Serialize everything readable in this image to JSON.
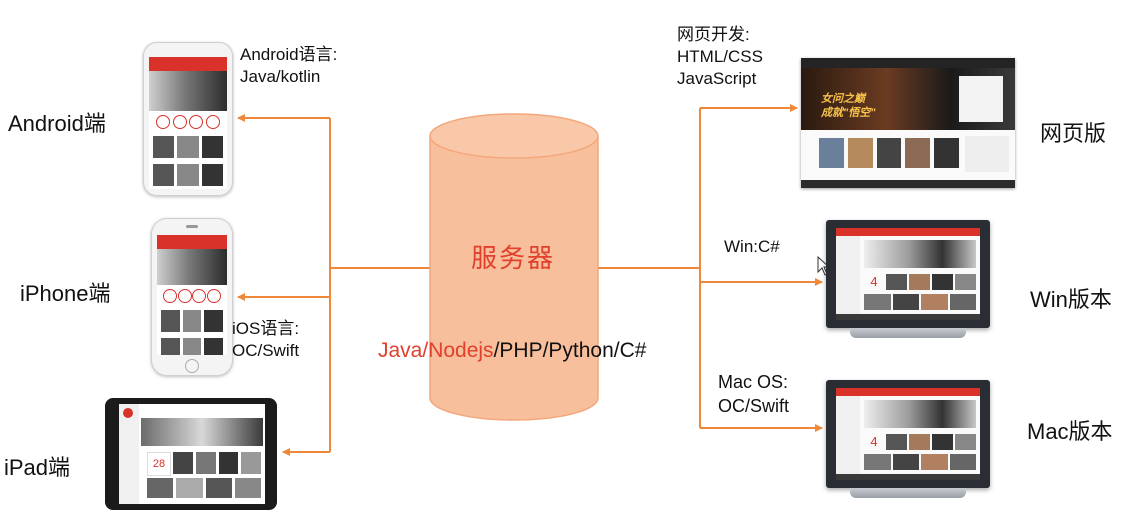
{
  "server": {
    "label": "服务器",
    "langs_red": "Java/Nodejs",
    "langs_rest": "/PHP/Python/C#",
    "fill_color": "#f8bf9c",
    "text_color": "#e0402c"
  },
  "clients_left": {
    "android": {
      "label": "Android端",
      "note_line1": "Android语言:",
      "note_line2": "Java/kotlin"
    },
    "iphone": {
      "label": "iPhone端",
      "note_line1": "iOS语言:",
      "note_line2": "OC/Swift"
    },
    "ipad": {
      "label": "iPad端"
    }
  },
  "clients_right": {
    "web": {
      "label": "网页版",
      "note_line1": "网页开发:",
      "note_line2": "HTML/CSS",
      "note_line3": "JavaScript"
    },
    "win": {
      "label": "Win版本",
      "note": "Win:C#"
    },
    "mac": {
      "label": "Mac版本",
      "note_line1": "Mac OS:",
      "note_line2": "OC/Swift"
    }
  },
  "web_mock": {
    "banner_text_1": "女问之巅",
    "banner_text_2": "成就\"悟空\""
  },
  "app_mock": {
    "date_number": "4",
    "ipad_date": "28"
  },
  "colors": {
    "arrow": "#f0883a",
    "brand_red": "#d9322a"
  }
}
